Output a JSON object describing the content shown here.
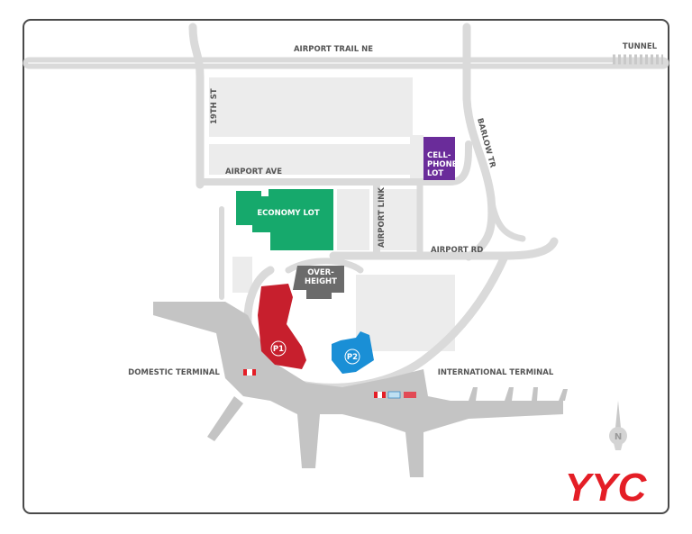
{
  "map": {
    "roads": {
      "airport_trail": "AIRPORT TRAIL NE",
      "tunnel": "TUNNEL",
      "nineteenth_st": "19TH ST",
      "airport_ave": "AIRPORT AVE",
      "barlow_tr": "BARLOW TR",
      "airport_link": "AIRPORT LINK",
      "airport_rd": "AIRPORT RD"
    },
    "lots": {
      "cellphone": [
        "CELL-",
        "PHONE",
        "LOT"
      ],
      "economy": "ECONOMY LOT",
      "overheight": [
        "OVER-",
        "HEIGHT"
      ],
      "p1": "P1",
      "p2": "P2"
    },
    "terminals": {
      "domestic": "DOMESTIC TERMINAL",
      "international": "INTERNATIONAL TERMINAL"
    },
    "compass": "N",
    "logo": "YYC",
    "colors": {
      "economy": "#16a96c",
      "cellphone": "#6a2c9a",
      "overheight": "#6b6b6b",
      "p1": "#c71f2d",
      "p2": "#1a8fd6",
      "logo": "#e41e26",
      "terminal": "#c4c4c4",
      "road": "#dadada"
    }
  }
}
